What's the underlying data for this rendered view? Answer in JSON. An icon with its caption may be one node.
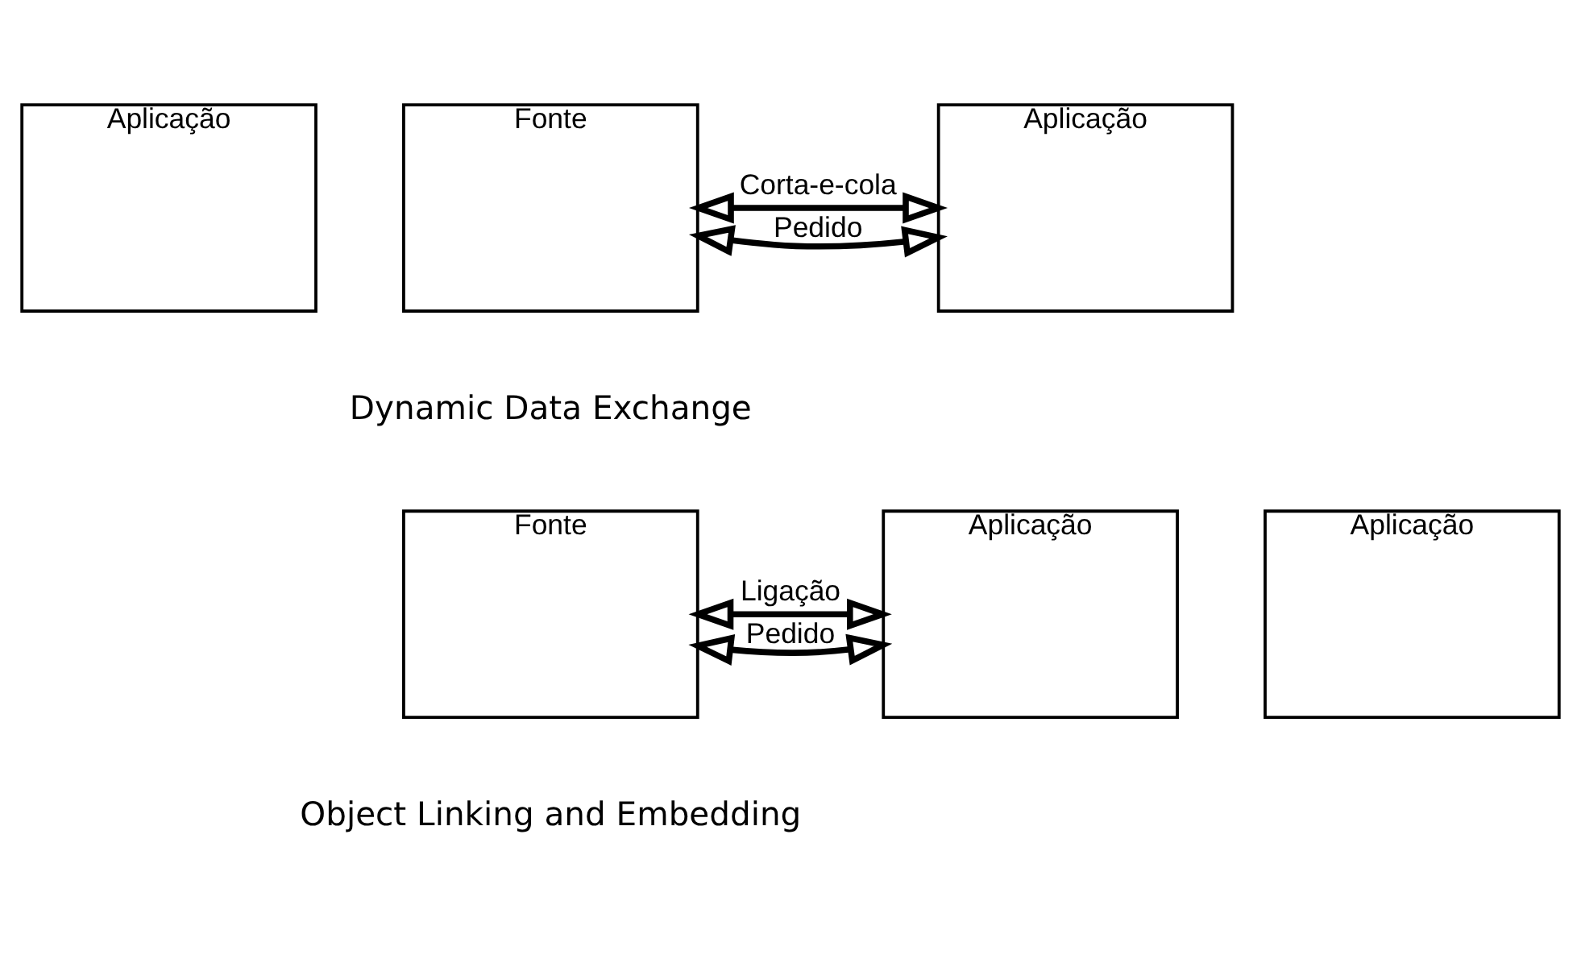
{
  "diagram": {
    "nodes": [
      {
        "text": [
          "Aplicação"
        ]
      },
      {
        "text": [
          "Fonte"
        ]
      },
      {
        "text": [
          "Aplicação"
        ]
      },
      {
        "text": [
          "Aplicação"
        ]
      },
      {
        "text": [
          "Fonte"
        ]
      },
      {
        "text": [
          "Aplicação"
        ]
      }
    ],
    "edges": [
      {
        "from": 1,
        "to": 2,
        "arrow": "both",
        "label": "Pedido"
      },
      {
        "from": 1,
        "to": 2,
        "arrow": "both",
        "label": "Corta-e-cola"
      },
      {
        "from": 4,
        "to": 5,
        "arrow": "both",
        "label": "Pedido"
      },
      {
        "from": 4,
        "to": 5,
        "arrow": "both",
        "label": "Ligação"
      }
    ],
    "labels": [
      "Dynamic Data Exchange",
      "Object Linking and Embedding"
    ]
  }
}
